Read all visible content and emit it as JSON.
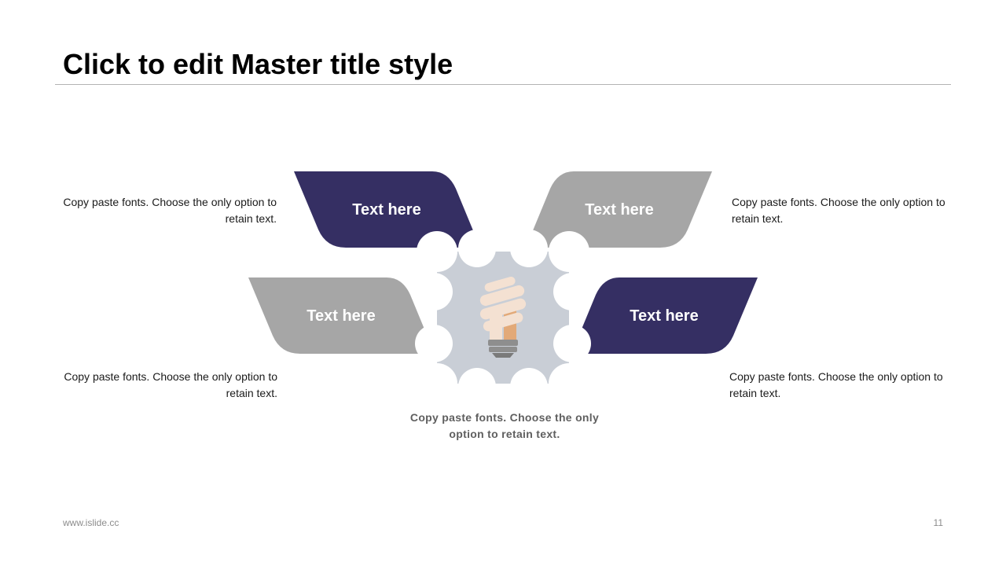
{
  "slide": {
    "title": "Click to edit Master title style",
    "colors": {
      "navy": "#352f63",
      "gray": "#a6a6a6",
      "gear": "#c9ced6",
      "bulb_light": "#f4e1d2",
      "bulb_dark": "#e2a978",
      "bulb_base": "#8e8e8e"
    },
    "icon": "gear-lightbulb-icon",
    "items": [
      {
        "label": "Text here",
        "description": "Copy paste fonts. Choose the only option to retain text."
      },
      {
        "label": "Text here",
        "description": "Copy paste fonts. Choose the only option to retain text."
      },
      {
        "label": "Text here",
        "description": "Copy paste fonts. Choose the only option to retain text."
      },
      {
        "label": "Text here",
        "description": "Copy paste fonts. Choose the only option to retain text."
      }
    ],
    "center_description": "Copy paste fonts. Choose the only option to retain text.",
    "footer": {
      "url": "www.islide.cc",
      "page_number": "11"
    }
  }
}
